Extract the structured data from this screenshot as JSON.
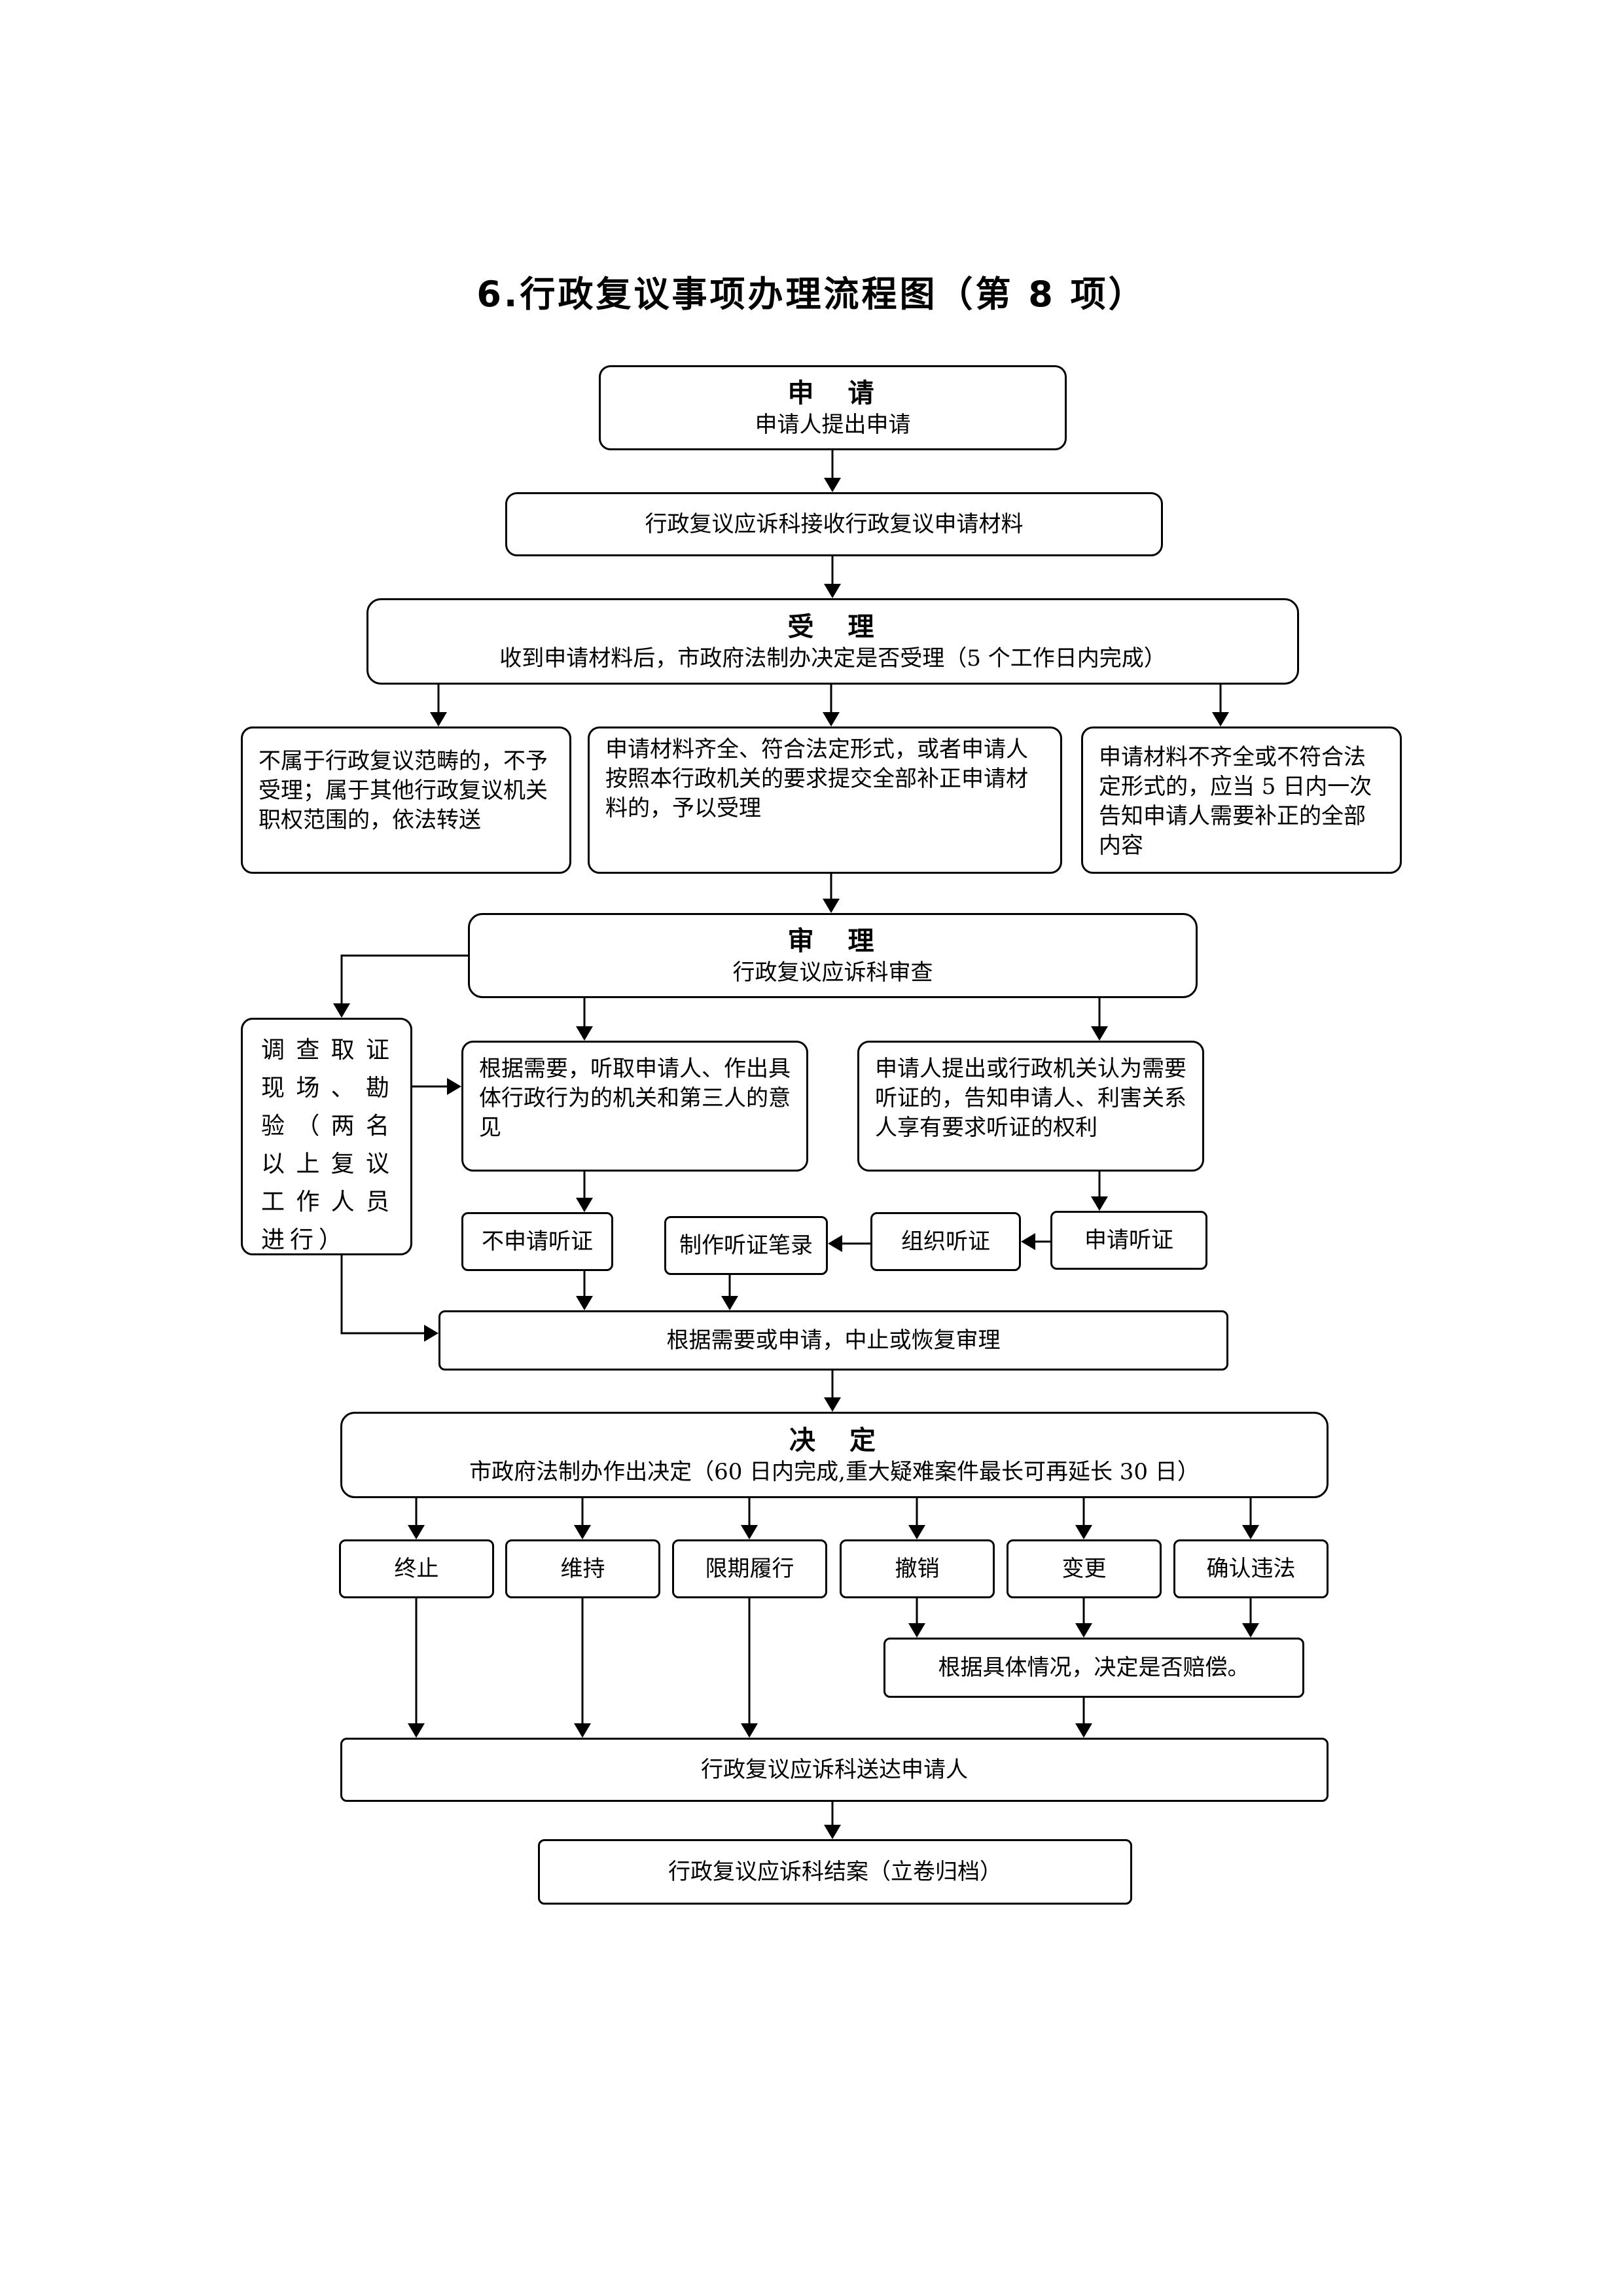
{
  "title": "6.行政复议事项办理流程图（第 8 项）",
  "steps": {
    "apply": {
      "head": "申　请",
      "sub": "申请人提出申请"
    },
    "receive": {
      "text": "行政复议应诉科接收行政复议申请材料"
    },
    "accept": {
      "head": "受　理",
      "sub": "收到申请材料后，市政府法制办决定是否受理（5 个工作日内完成）"
    },
    "reject": {
      "text": "不属于行政复议范畴的，不予受理；属于其他行政复议机关职权范围的，依法转送"
    },
    "accepted": {
      "text": "申请材料齐全、符合法定形式，或者申请人按照本行政机关的要求提交全部补正申请材料的，予以受理"
    },
    "supplement": {
      "text": "申请材料不齐全或不符合法定形式的，应当 5 日内一次告知申请人需要补正的全部内容"
    },
    "review": {
      "head": "审　理",
      "sub": "行政复议应诉科审查"
    },
    "investigate": {
      "text": "调查取证现场、勘验（两名以上复议工作人员进行）"
    },
    "listen": {
      "text": "根据需要，听取申请人、作出具体行政行为的机关和第三人的意见"
    },
    "hearing_right": {
      "text": "申请人提出或行政机关认为需要听证的，告知申请人、利害关系人享有要求听证的权利"
    },
    "no_hearing": {
      "text": "不申请听证"
    },
    "record": {
      "text": "制作听证笔录"
    },
    "organize": {
      "text": "组织听证"
    },
    "apply_hearing": {
      "text": "申请听证"
    },
    "suspend": {
      "text": "根据需要或申请，中止或恢复审理"
    },
    "decide": {
      "head": "决　定",
      "sub": "市政府法制办作出决定（60 日内完成,重大疑难案件最长可再延长 30 日）"
    },
    "outcomes": [
      "终止",
      "维持",
      "限期履行",
      "撤销",
      "变更",
      "确认违法"
    ],
    "compensation": {
      "text": "根据具体情况，决定是否赔偿。"
    },
    "deliver": {
      "text": "行政复议应诉科送达申请人"
    },
    "close": {
      "text": "行政复议应诉科结案（立卷归档）"
    }
  }
}
